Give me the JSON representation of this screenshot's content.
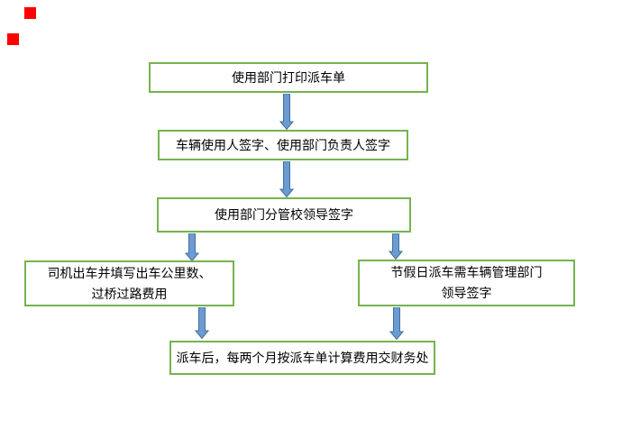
{
  "colors": {
    "background": "#ffffff",
    "box_border": "#76b34e",
    "box_bg": "#ffffff",
    "arrow_fill": "#6c9bd2",
    "arrow_stroke": "#41719c",
    "text": "#000000",
    "marker_red": "#fe0000"
  },
  "flowchart": {
    "nodes": {
      "print": {
        "label": "使用部门打印派车单"
      },
      "sign": {
        "label": "车辆使用人签字、使用部门负责人签字"
      },
      "leader": {
        "label": "使用部门分管校领导签字"
      },
      "driver": {
        "line1": "司机出车并填写出车公里数、",
        "line2": "过桥过路费用"
      },
      "holiday": {
        "line1": "节假日派车需车辆管理部门",
        "line2": "领导签字"
      },
      "settle": {
        "label": "派车后，每两个月按派车单计算费用交财务处"
      }
    },
    "edges": [
      {
        "from": "print",
        "to": "sign"
      },
      {
        "from": "sign",
        "to": "leader"
      },
      {
        "from": "leader",
        "to": "driver"
      },
      {
        "from": "leader",
        "to": "holiday"
      },
      {
        "from": "driver",
        "to": "settle"
      },
      {
        "from": "holiday",
        "to": "settle"
      }
    ],
    "icons": [
      {
        "name": "down-arrow-icon",
        "count": 6
      },
      {
        "name": "red-square-marker",
        "count": 2
      }
    ]
  }
}
